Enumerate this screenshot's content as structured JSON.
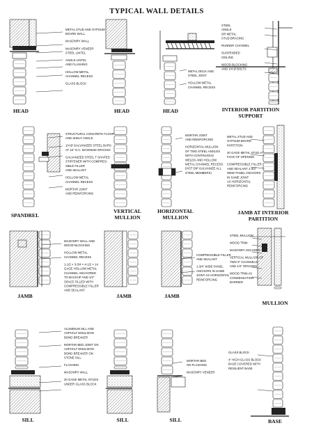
{
  "title": "TYPICAL WALL DETAILS",
  "details": [
    {
      "caption": "HEAD",
      "notes": [
        "METAL STUD AND GYPSUM",
        "BOARD WALL",
        "MASONRY WALL",
        "MASONRY VENEER",
        "STEEL LINTEL",
        "ANGLE LINTEL",
        "AND FLASHING",
        "HOLLOW METAL",
        "CHANNEL RECESS",
        "GLASS BLOCK"
      ]
    },
    {
      "caption": "HEAD",
      "notes": []
    },
    {
      "caption": "HEAD",
      "notes": [
        "METAL DECK AND",
        "STEEL JOIST",
        "HOLLOW METAL",
        "CHANNEL RECESS"
      ]
    },
    {
      "caption": "INTERIOR PARTITION",
      "caption2": "SUPPORT",
      "notes": [
        "STEEL",
        "ANGLE",
        "OR METAL",
        "STUD BRACING",
        "RUNNER CHANNEL",
        "SUSPENDED",
        "CEILING",
        "WOOD BLOCKING",
        "AND 1/4 Ø BOLTS"
      ]
    },
    {
      "caption": "SPANDREL",
      "notes": [
        "STRUCTURAL CONCRETE FLOOR",
        "AND SHELF ANGLE",
        "1/4 Ø GALVANIZED STEEL BARS",
        "AT 16\" O.C. MAXIMUM SPACING",
        "GALVANIZED STEEL T SHAPED",
        "STIFFENER WITH COMPRES-",
        "SIBLE FILLER",
        "AND SEALANT",
        "HOLLOW METAL",
        "CHANNEL RECESS",
        "MORTAR JOINT",
        "AND REINFORCING"
      ]
    },
    {
      "caption": "VERTICAL",
      "caption2": "MULLION",
      "notes": []
    },
    {
      "caption": "HORIZONTAL",
      "caption2": "MULLION",
      "notes": [
        "MORTAR JOINT",
        "AND REINFORCING",
        "HORIZONTAL MULLION",
        "OF TWO STEEL ANGLES",
        "WITH CONTINUOUS",
        "WELDS AND HOLLOW",
        "METAL CHANNEL RECESS",
        "(HOT DIP GALVANIZE ALL",
        "STEEL MEMBERS)"
      ]
    },
    {
      "caption": "JAMB AT INTERIOR",
      "caption2": "PARTITION",
      "notes": [
        "METAL STUD AND",
        "GYPSUM BOARD",
        "PARTITION",
        "20 GAGE METAL STUD AT",
        "FACE OF OPENING",
        "COMPRESSIBLE FILLER",
        "AND SEALANT 1-3/4\"",
        "WIDE PANEL ANCHORS",
        "IN SAME JOINT",
        "AS HORIZONTAL",
        "REINFORCING"
      ]
    },
    {
      "caption": "JAMB",
      "notes": [
        "MASONRY WALL AND",
        "WOOD BLOCKING",
        "HOLLOW METAL",
        "CHANNEL RECESS",
        "1-1/2 × 3-3/4 × 4-1/2 × 14",
        "GAGE HOLLOW METAL",
        "CHANNEL ANCHORED",
        "TO BACKUP AND 1/2\"",
        "SPACE FILLED WITH",
        "COMPRESSIBLE FILLER",
        "AND SEALANT."
      ]
    },
    {
      "caption": "JAMB",
      "notes": []
    },
    {
      "caption": "JAMB",
      "notes": [
        "COMPRESSIBLE FILLER",
        "AND SEALANT",
        "1-3/4\" WIDE PANEL",
        "ANCHORS IN SAME",
        "JOINT AS HORIZONTAL",
        "REINFORCING"
      ]
    },
    {
      "caption": "MULLION",
      "notes": [
        "STEEL MULLION",
        "WOOD TRIM",
        "MASONRY ANCHORS",
        "VERTICAL MULLION OF",
        "TWO 5\" CHANNELS",
        "AND 1/4\" SPACERS",
        "WOOD TRIM AS",
        "CONDENSATION",
        "BARRIER"
      ]
    },
    {
      "caption": "SILL",
      "notes": [
        "ALUMINUM SILL AND",
        "ASPHALT EMULSION",
        "BOND BREAKER",
        "MORTAR BED JOINT ON",
        "ASPHALT EMULSION",
        "BOND BREAKER ON",
        "STONE SILL",
        "FLASHING",
        "MASONRY WALL",
        "20 GAGE METAL STUDS",
        "UNDER GLASS BLOCK"
      ]
    },
    {
      "caption": "SILL",
      "notes": []
    },
    {
      "caption": "SILL",
      "notes": [
        "MORTAR BED",
        "ON FLASHING",
        "MASONRY VENEER"
      ]
    },
    {
      "caption": "BASE",
      "notes": [
        "GLASS BLOCK",
        "4\" HIGH GLASS BLOCK",
        "BASE COVERED WITH",
        "RESILIENT BASE"
      ]
    }
  ]
}
